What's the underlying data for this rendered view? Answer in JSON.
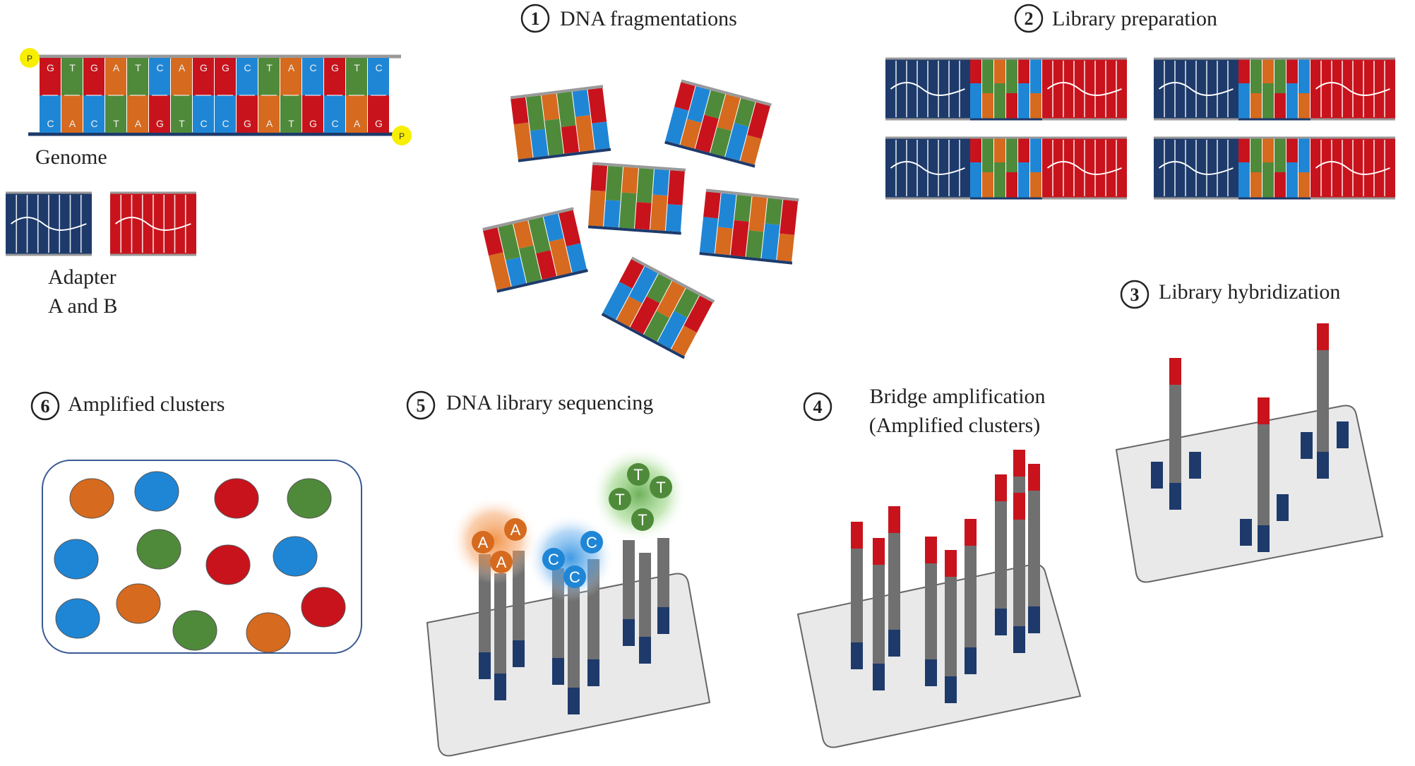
{
  "colors": {
    "red": "#c8131c",
    "orange": "#d66a1e",
    "green": "#4f8a3a",
    "blue": "#1f86d6",
    "navy": "#1d3a6b",
    "gray": "#707070",
    "plate": "#e9e9e9",
    "phosphate": "#f7ee00"
  },
  "genome": {
    "label": "Genome",
    "top_strand": [
      "G",
      "T",
      "G",
      "A",
      "T",
      "C",
      "A",
      "G",
      "G",
      "C",
      "T",
      "A",
      "C",
      "G",
      "T",
      "C"
    ],
    "bottom_strand": [
      "C",
      "A",
      "C",
      "T",
      "A",
      "G",
      "T",
      "C",
      "C",
      "G",
      "A",
      "T",
      "G",
      "C",
      "A",
      "G"
    ],
    "phosphate": "P"
  },
  "adapter": {
    "line1": "Adapter",
    "line2": "A and B"
  },
  "steps": [
    {
      "num": "1",
      "label": "DNA fragmentations"
    },
    {
      "num": "2",
      "label": "Library preparation"
    },
    {
      "num": "3",
      "label": "Library hybridization"
    },
    {
      "num": "4",
      "label": "Bridge amplification",
      "label2": "(Amplified clusters)"
    },
    {
      "num": "5",
      "label": "DNA library sequencing"
    },
    {
      "num": "6",
      "label": "Amplified clusters"
    }
  ],
  "nucleotides": {
    "a": "A",
    "c": "C",
    "t": "T"
  }
}
